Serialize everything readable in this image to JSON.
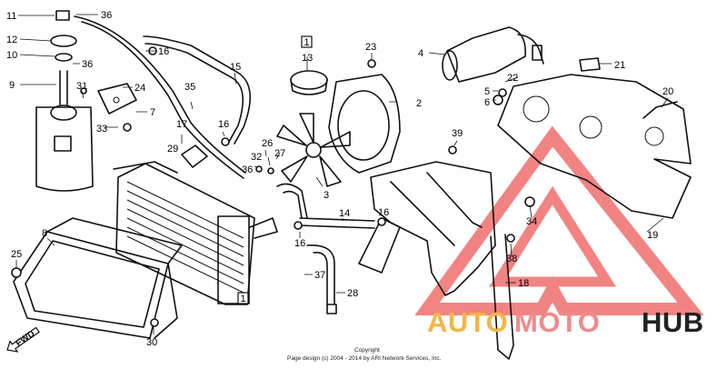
{
  "callouts": [
    {
      "id": "c11",
      "text": "11"
    },
    {
      "id": "c36a",
      "text": "36"
    },
    {
      "id": "c12",
      "text": "12"
    },
    {
      "id": "c10",
      "text": "10"
    },
    {
      "id": "c36b",
      "text": "36"
    },
    {
      "id": "c9",
      "text": "9"
    },
    {
      "id": "c31",
      "text": "31"
    },
    {
      "id": "c24",
      "text": "24"
    },
    {
      "id": "c7",
      "text": "7"
    },
    {
      "id": "c33",
      "text": "33"
    },
    {
      "id": "c16a",
      "text": "16"
    },
    {
      "id": "c15",
      "text": "15"
    },
    {
      "id": "c35",
      "text": "35"
    },
    {
      "id": "c17",
      "text": "17"
    },
    {
      "id": "c29",
      "text": "29"
    },
    {
      "id": "c16b",
      "text": "16"
    },
    {
      "id": "c36c",
      "text": "36"
    },
    {
      "id": "c32",
      "text": "32"
    },
    {
      "id": "c26",
      "text": "26"
    },
    {
      "id": "c27",
      "text": "27"
    },
    {
      "id": "c13",
      "text": "13"
    },
    {
      "id": "c23",
      "text": "23"
    },
    {
      "id": "c2",
      "text": "2"
    },
    {
      "id": "c3",
      "text": "3"
    },
    {
      "id": "c4",
      "text": "4"
    },
    {
      "id": "c21",
      "text": "21"
    },
    {
      "id": "c22",
      "text": "22"
    },
    {
      "id": "c5",
      "text": "5"
    },
    {
      "id": "c6",
      "text": "6"
    },
    {
      "id": "c20",
      "text": "20"
    },
    {
      "id": "c39",
      "text": "39"
    },
    {
      "id": "c14",
      "text": "14"
    },
    {
      "id": "c16c",
      "text": "16"
    },
    {
      "id": "c16d",
      "text": "16"
    },
    {
      "id": "c37",
      "text": "37"
    },
    {
      "id": "c28",
      "text": "28"
    },
    {
      "id": "c34",
      "text": "34"
    },
    {
      "id": "c19",
      "text": "19"
    },
    {
      "id": "c38",
      "text": "38"
    },
    {
      "id": "c18",
      "text": "18"
    },
    {
      "id": "c8",
      "text": "8"
    },
    {
      "id": "c25",
      "text": "25"
    },
    {
      "id": "c30",
      "text": "30"
    }
  ],
  "boxed_labels": [
    {
      "id": "b1top",
      "text": "1"
    },
    {
      "id": "b1bottom",
      "text": "1"
    }
  ],
  "direction": {
    "fwd": "FWD"
  },
  "watermark": {
    "part1": "AUTO",
    "part2": "MOTO",
    "part3": "HUB",
    "colors": {
      "auto": "#f3b646",
      "moto": "#f08a8a",
      "hub": "#222222",
      "triangle": "#f06e6e"
    }
  },
  "footer": {
    "line1": "Copyright",
    "line2": "Page design (c) 2004 - 2014 by ARI Network Services, Inc."
  }
}
